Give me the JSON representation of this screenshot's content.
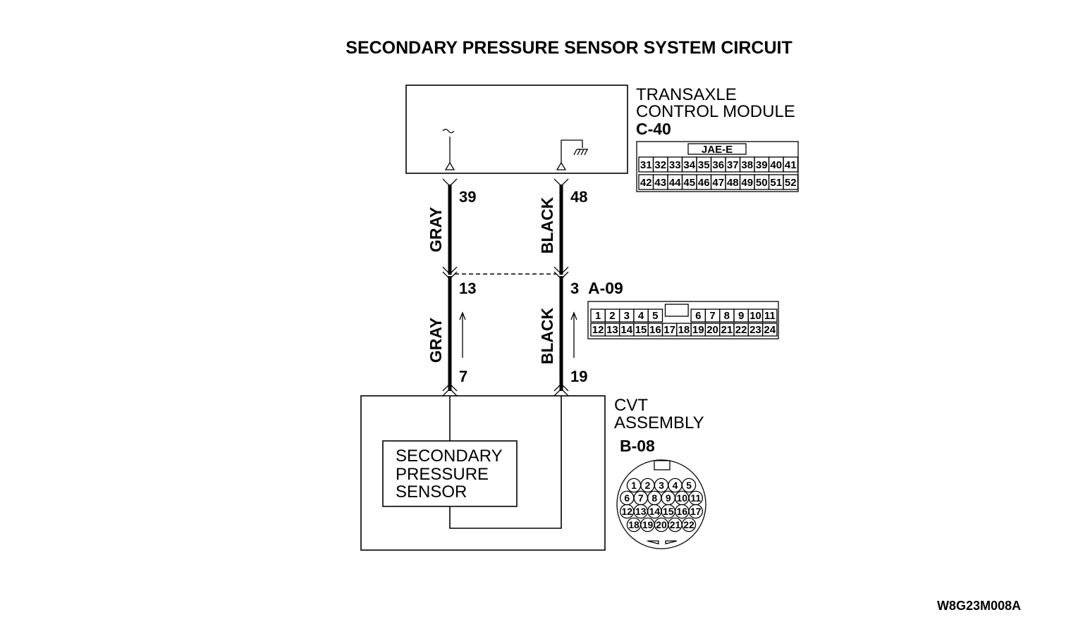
{
  "title": "SECONDARY PRESSURE SENSOR SYSTEM CIRCUIT",
  "tcm": {
    "name_line1": "TRANSAXLE",
    "name_line2": "CONTROL MODULE",
    "connector_id": "C-40",
    "connector_type": "JAE-E",
    "pins_row1": [
      "31",
      "32",
      "33",
      "34",
      "35",
      "36",
      "37",
      "38",
      "39",
      "40",
      "41"
    ],
    "pins_row2": [
      "42",
      "43",
      "44",
      "45",
      "46",
      "47",
      "48",
      "49",
      "50",
      "51",
      "52"
    ]
  },
  "wires": [
    {
      "tcm_pin": "39",
      "upper_color": "GRAY",
      "junction_pin": "13",
      "lower_color": "GRAY",
      "cvt_pin": "7"
    },
    {
      "tcm_pin": "48",
      "upper_color": "BLACK",
      "junction_pin": "3",
      "lower_color": "BLACK",
      "cvt_pin": "19"
    }
  ],
  "junction": {
    "connector_id": "A-09",
    "pins_row1": [
      "1",
      "2",
      "3",
      "4",
      "5",
      "6",
      "7",
      "8",
      "9",
      "10",
      "11"
    ],
    "pins_row2": [
      "12",
      "13",
      "14",
      "15",
      "16",
      "17",
      "18",
      "19",
      "20",
      "21",
      "22",
      "23",
      "24"
    ]
  },
  "cvt": {
    "name_line1": "CVT",
    "name_line2": "ASSEMBLY",
    "connector_id": "B-08",
    "sensor_line1": "SECONDARY",
    "sensor_line2": "PRESSURE",
    "sensor_line3": "SENSOR",
    "pins_row1": [
      "1",
      "2",
      "3",
      "4",
      "5"
    ],
    "pins_row2": [
      "6",
      "7",
      "8",
      "9",
      "10",
      "11"
    ],
    "pins_row3": [
      "12",
      "13",
      "14",
      "15",
      "16",
      "17"
    ],
    "pins_row4": [
      "18",
      "19",
      "20",
      "21",
      "22"
    ]
  },
  "figure_code": "W8G23M008A"
}
